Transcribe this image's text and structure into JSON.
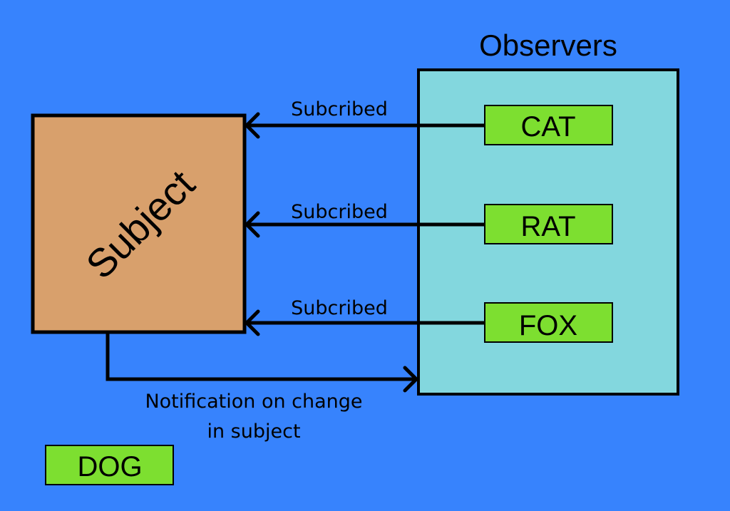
{
  "colors": {
    "background": "#3783fd",
    "subject_fill": "#d8a06c",
    "observers_fill": "#83d7de",
    "observer_item_fill": "#7ddf30",
    "stroke": "#000000"
  },
  "subject": {
    "label": "Subject"
  },
  "observers_group": {
    "title": "Observers",
    "items": [
      {
        "label": "CAT",
        "edge_label": "Subcribed"
      },
      {
        "label": "RAT",
        "edge_label": "Subcribed"
      },
      {
        "label": "FOX",
        "edge_label": "Subcribed"
      }
    ]
  },
  "notification": {
    "line1": "Notification on change",
    "line2": "in subject"
  },
  "unsubscribed": {
    "label": "DOG"
  }
}
